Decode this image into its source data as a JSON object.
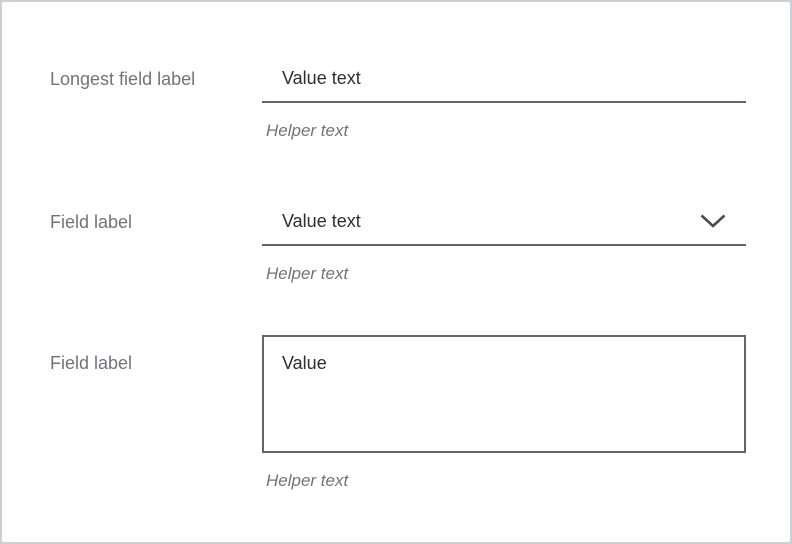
{
  "page": {
    "background": "#ffffff",
    "border_color": "#cbd0d8"
  },
  "colors": {
    "label_text": "#6e747e",
    "value_text": "#2b2e33",
    "field_border": "#5f6672",
    "helper_text": "#6e747e",
    "chevron": "#454c58"
  },
  "fields": [
    {
      "type": "text-input",
      "label": "Longest field label",
      "value": "Value text",
      "helper": "Helper text"
    },
    {
      "type": "select",
      "label": "Field label",
      "value": "Value text",
      "helper": "Helper text",
      "icon": "chevron-down-icon"
    },
    {
      "type": "textarea",
      "label": "Field label",
      "value": "Value",
      "helper": "Helper text"
    }
  ]
}
